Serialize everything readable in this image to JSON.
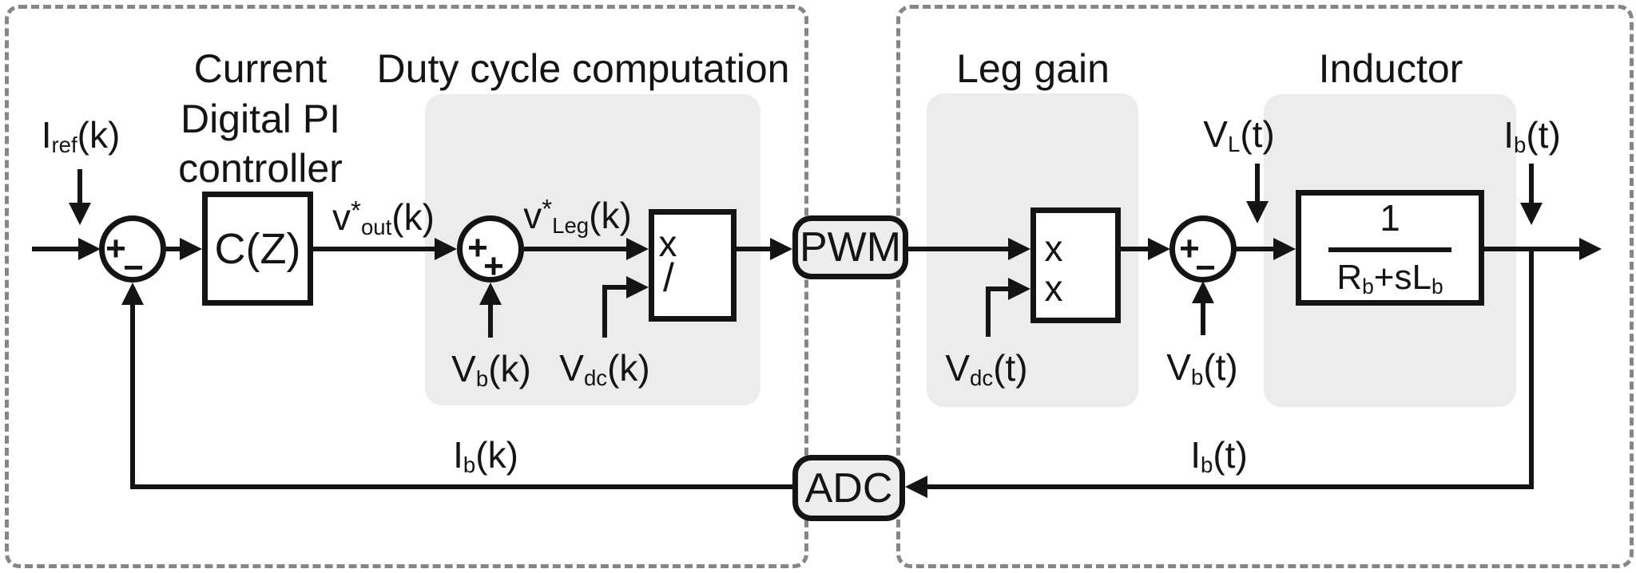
{
  "colors": {
    "line": "#141414",
    "region_fill": "#ececec",
    "pill_fill": "#ededed",
    "dashed_border": "#868686",
    "background": "#ffffff"
  },
  "sections": {
    "controller": "Current\nDigital PI\ncontroller",
    "duty_cycle": "Duty cycle computation",
    "leg_gain": "Leg gain",
    "inductor": "Inductor"
  },
  "blocks": {
    "cz": "C(Z)",
    "pwm": "PWM",
    "adc": "ADC",
    "divider": {
      "op1": "x",
      "op2": "/"
    },
    "multiplier": {
      "op1": "x",
      "op2": "x"
    },
    "inductor_tf": {
      "numerator": "1",
      "den_base1": "R",
      "den_sub1": "b",
      "den_base2": "+sL",
      "den_sub2": "b"
    }
  },
  "junctions": {
    "j1": {
      "left": "+",
      "bottom": "−"
    },
    "j2": {
      "left": "+",
      "bottom": "+"
    },
    "j3": {
      "left": "+",
      "bottom": "−"
    }
  },
  "signals": {
    "iref": {
      "base": "I",
      "sub": "ref",
      "suffix": "(k)"
    },
    "vout": {
      "base": "v",
      "sup": "*",
      "sub": "out",
      "suffix": "(k)"
    },
    "vleg": {
      "base": "v",
      "sup": "*",
      "sub": "Leg",
      "suffix": "(k)"
    },
    "vb_k": {
      "base": "V",
      "sub": "b",
      "suffix": "(k)"
    },
    "vdc_k": {
      "base": "V",
      "sub": "dc",
      "suffix": "(k)"
    },
    "vdc_t": {
      "base": "V",
      "sub": "dc",
      "suffix": "(t)"
    },
    "vb_t": {
      "base": "V",
      "sub": "b",
      "suffix": "(t)"
    },
    "vl_t": {
      "base": "V",
      "sub": "L",
      "suffix": "(t)"
    },
    "ib_t_top": {
      "base": "I",
      "sub": "b",
      "suffix": "(t)"
    },
    "ib_k": {
      "base": "I",
      "sub": "b",
      "suffix": "(k)"
    },
    "ib_t_fb": {
      "base": "I",
      "sub": "b",
      "suffix": "(t)"
    }
  }
}
